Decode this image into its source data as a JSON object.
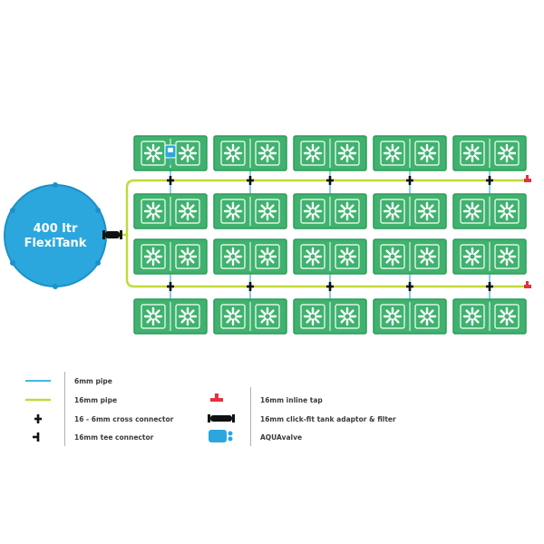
{
  "tank": {
    "line1": "400 ltr",
    "line2": "FlexiTank"
  },
  "grid": {
    "rows": 4,
    "columns": 5,
    "plants_per_pot": 2,
    "aquavalve_position": "top-left pot"
  },
  "legend": {
    "items": [
      {
        "key": "pipe-6mm",
        "label": "6mm pipe",
        "icon": "blue-line"
      },
      {
        "key": "pipe-16mm",
        "label": "16mm pipe",
        "icon": "green-line"
      },
      {
        "key": "cross-connector",
        "label": "16 - 6mm cross connector",
        "icon": "cross-icon"
      },
      {
        "key": "tee-connector",
        "label": "16mm tee connector",
        "icon": "tee-icon"
      },
      {
        "key": "inline-tap",
        "label": "16mm inline tap",
        "icon": "tap-icon"
      },
      {
        "key": "tank-adaptor",
        "label": "16mm click-fit tank adaptor & filter",
        "icon": "adaptor-icon"
      },
      {
        "key": "aquavalve",
        "label": "AQUAvalve",
        "icon": "aquavalve-icon"
      }
    ]
  },
  "colors": {
    "tank": "#2ba7de",
    "tank_edge": "#1b90c9",
    "pot_fill": "#3fb26e",
    "pot_edge": "#2f9b5c",
    "pipe_6mm": "#45b6e6",
    "pipe_16mm": "#c3d93a",
    "connector": "#111111",
    "tap": "#e8303f",
    "aquavalve": "#2ba7de"
  }
}
